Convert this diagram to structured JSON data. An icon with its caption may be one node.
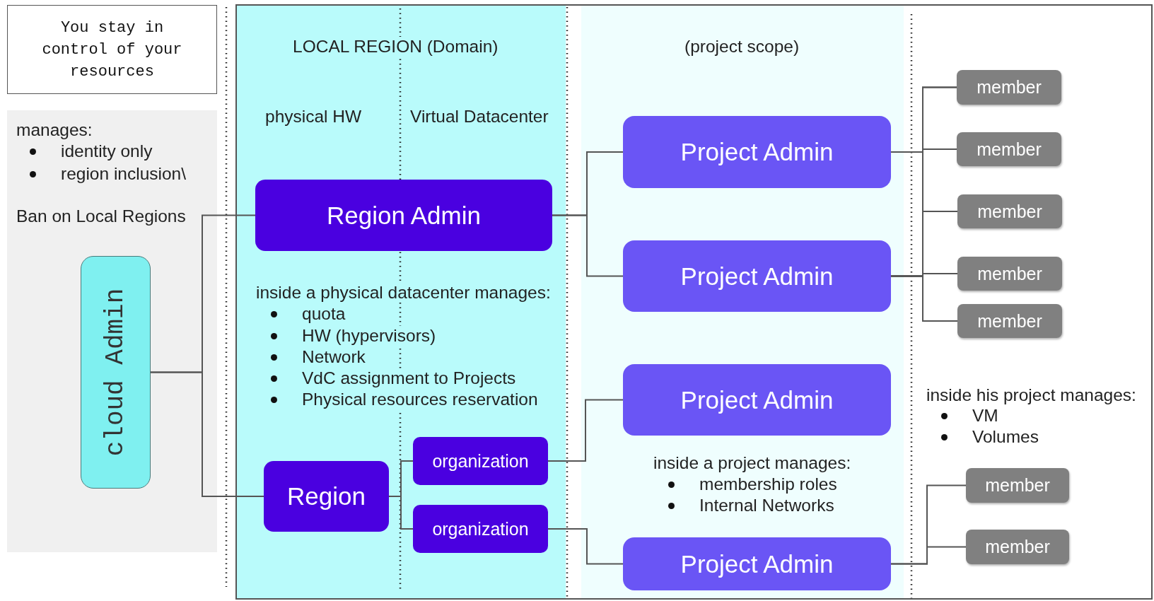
{
  "diagram": {
    "nodes": [
      {
        "text": [
          "You stay in control of your resources"
        ]
      },
      {
        "text": [
          "manages:",
          "identity only",
          "region inclusion\\",
          "Ban on Local Regions"
        ]
      },
      {
        "text": [
          "cloud Admin"
        ],
        "in": 1
      },
      {
        "text": [
          "inside his project manages:",
          "VM",
          "Volumes"
        ]
      },
      {
        "text": [
          "LOCAL REGION (Domain)",
          "physical HW",
          "Virtual Datacenter",
          "inside a physical datacenter manages:",
          "quota",
          "HW (hypervisors)",
          "Network",
          "VdC assignment to Projects",
          "Physical resources reservation"
        ],
        "in": 3
      },
      {
        "text": [
          "Region Admin"
        ],
        "in": 4
      },
      {
        "text": [
          "Region"
        ],
        "in": 4
      },
      {
        "text": [
          "organization"
        ],
        "in": 4
      },
      {
        "text": [
          "organization"
        ],
        "in": 4
      },
      {
        "text": [
          "(project scope)",
          "inside a project manages:",
          "membership roles",
          "Internal Networks"
        ],
        "in": 3
      },
      {
        "text": [
          "Project Admin"
        ],
        "in": 9
      },
      {
        "text": [
          "Project Admin"
        ],
        "in": 9
      },
      {
        "text": [
          "Project Admin"
        ],
        "in": 9
      },
      {
        "text": [
          "Project Admin"
        ],
        "in": 9
      },
      {
        "text": [
          "member"
        ],
        "in": 3
      },
      {
        "text": [
          "member"
        ],
        "in": 3
      },
      {
        "text": [
          "member"
        ],
        "in": 3
      },
      {
        "text": [
          "member"
        ],
        "in": 3
      },
      {
        "text": [
          "member"
        ],
        "in": 3
      },
      {
        "text": [
          "member"
        ],
        "in": 3
      },
      {
        "text": [
          "member"
        ],
        "in": 3
      }
    ],
    "edges": [
      {
        "from": 2,
        "to": 5,
        "arrow": "none"
      },
      {
        "from": 2,
        "to": 6,
        "arrow": "none"
      },
      {
        "from": 5,
        "to": 10,
        "arrow": "none"
      },
      {
        "from": 5,
        "to": 11,
        "arrow": "none"
      },
      {
        "from": 6,
        "to": 7,
        "arrow": "none"
      },
      {
        "from": 6,
        "to": 8,
        "arrow": "none"
      },
      {
        "from": 7,
        "to": 12,
        "arrow": "none"
      },
      {
        "from": 8,
        "to": 13,
        "arrow": "none"
      },
      {
        "from": 10,
        "to": 14,
        "arrow": "none"
      },
      {
        "from": 10,
        "to": 15,
        "arrow": "none"
      },
      {
        "from": 10,
        "to": 16,
        "arrow": "none"
      },
      {
        "from": 10,
        "to": 17,
        "arrow": "none"
      },
      {
        "from": 10,
        "to": 18,
        "arrow": "none"
      },
      {
        "from": 11,
        "to": 14,
        "arrow": "none"
      },
      {
        "from": 11,
        "to": 15,
        "arrow": "none"
      },
      {
        "from": 11,
        "to": 16,
        "arrow": "none"
      },
      {
        "from": 11,
        "to": 17,
        "arrow": "none"
      },
      {
        "from": 11,
        "to": 18,
        "arrow": "none"
      },
      {
        "from": 13,
        "to": 19,
        "arrow": "none"
      },
      {
        "from": 13,
        "to": 20,
        "arrow": "none"
      }
    ]
  }
}
